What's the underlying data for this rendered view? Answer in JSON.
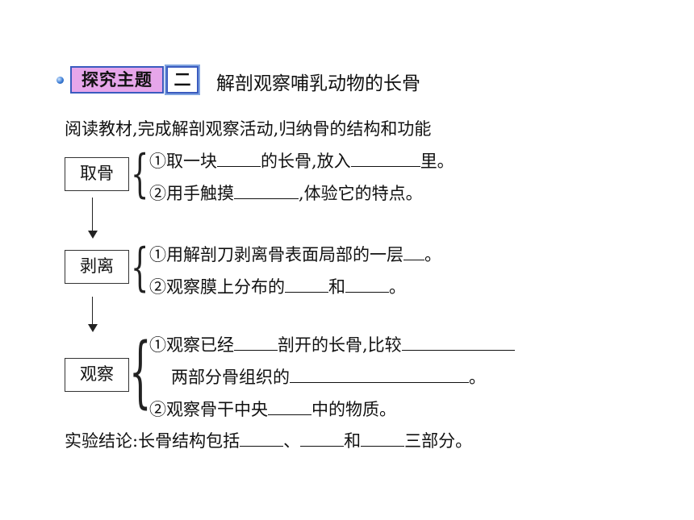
{
  "header": {
    "tag_label": "探究主题",
    "tag_number": "二",
    "title": "解剖观察哺乳动物的长骨"
  },
  "intro": "阅读教材,完成解剖观察活动,归纳骨的结构和功能",
  "steps": [
    {
      "label": "取骨",
      "lines": [
        {
          "pre": "①取一块",
          "mid": "的长骨,放入",
          "post": "里。"
        },
        {
          "pre": "②用手触摸",
          "post": ",体验它的特点。"
        }
      ]
    },
    {
      "label": "剥离",
      "lines": [
        {
          "pre": "①用解剖刀剥离骨表面局部的一层",
          "post": "。"
        },
        {
          "pre": "②观察膜上分布的",
          "mid": "和",
          "post": "。"
        }
      ]
    },
    {
      "label": "观察",
      "lines": [
        {
          "pre": "①观察已经",
          "mid": "剖开的长骨,比较"
        },
        {
          "pre": "两部分骨组织的",
          "post": "。"
        },
        {
          "pre": "②观察骨干中央",
          "post": "中的物质。"
        }
      ]
    }
  ],
  "conclusion": {
    "pre": "实验结论:长骨结构包括",
    "sep1": "、",
    "sep2": "和",
    "post": "三部分。"
  }
}
